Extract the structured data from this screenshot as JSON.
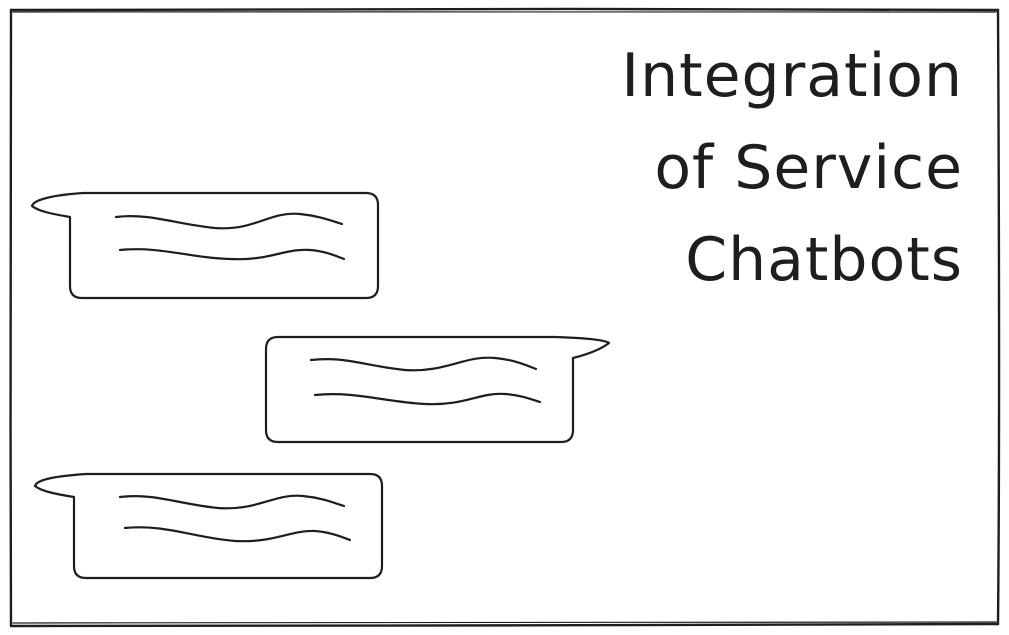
{
  "title": {
    "line1": "Integration",
    "line2": "of Service",
    "line3": "Chatbots"
  },
  "colors": {
    "stroke": "#1e1e1e",
    "background": "#ffffff"
  },
  "bubbles": [
    {
      "name": "chat-bubble-incoming-1",
      "tail": "left"
    },
    {
      "name": "chat-bubble-outgoing",
      "tail": "right"
    },
    {
      "name": "chat-bubble-incoming-2",
      "tail": "left"
    }
  ]
}
